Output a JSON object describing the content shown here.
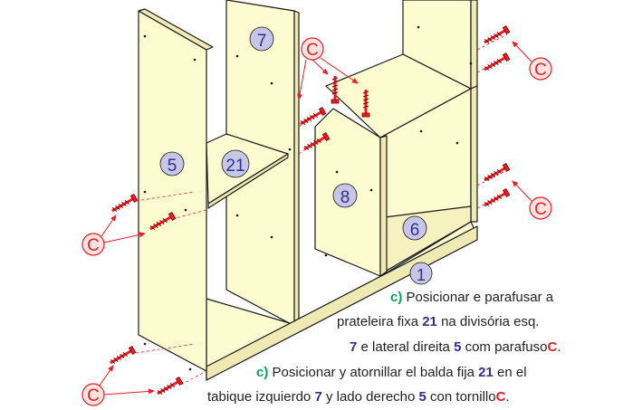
{
  "colors": {
    "panel": "#fdfbd0",
    "panel_shade": "#efeab4",
    "outline": "#1a1a1a",
    "part_badge": "#c8c6e6",
    "part_number": "#2e3192",
    "callout": "#ed1c24",
    "callout_fill": "#fde4e0",
    "screw": "#ed1c24",
    "step_letter": "#00a651",
    "text": "#231f20"
  },
  "parts": {
    "p7": "7",
    "p5": "5",
    "p21": "21",
    "p8": "8",
    "p6": "6",
    "p1": "1"
  },
  "callouts": {
    "label": "C"
  },
  "instructions": {
    "pt": {
      "step": "c)",
      "line1": "Posicionar e parafusar a",
      "line2_pre": "prateleira fixa",
      "line2_num": "21",
      "line2_post": "na divisória esq.",
      "line3_num1": "7",
      "line3_mid": "e lateral direita",
      "line3_num2": "5",
      "line3_post": "com parafuso",
      "line3_c": "C",
      "line3_end": "."
    },
    "es": {
      "step": "c)",
      "line1": "Posicionar y atornillar el  balda fija",
      "line1_num": "21",
      "line1_post": "en el",
      "line2_pre": "tabique izquierdo",
      "line2_num1": "7",
      "line2_mid": "y lado derecho",
      "line2_num2": "5",
      "line2_post": "con tornillo",
      "line2_c": "C",
      "line2_end": "."
    }
  }
}
